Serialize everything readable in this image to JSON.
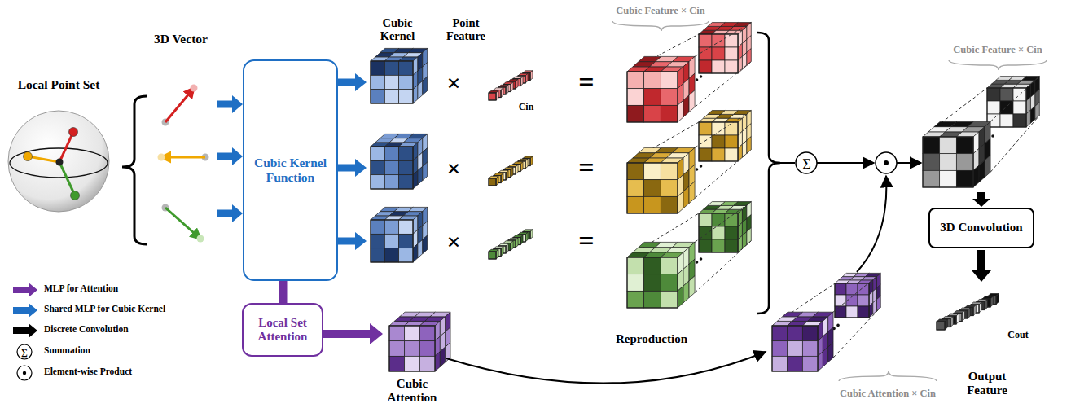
{
  "diagram": {
    "nodes": [
      {
        "text": [
          "Cubic Kernel Function"
        ]
      },
      {
        "text": [
          "Local Set Attention"
        ]
      },
      {
        "text": [
          "3D Convolution"
        ]
      }
    ],
    "edges": [
      {
        "from": 0,
        "to": 1,
        "arrow": "none"
      }
    ],
    "labels": [
      "Local Point Set",
      "3D Vector",
      "Cubic Kernel",
      "Point Feature",
      "Cin",
      "×",
      "×",
      "×",
      "=",
      "=",
      "=",
      "Cubic Feature × Cin",
      "∑",
      "Cubic Feature × Cin",
      "Reproduction",
      "Cubic Attention",
      "Cubic Attention × Cin",
      "Output Feature",
      "Cout",
      "∑"
    ],
    "legend": [
      {
        "text": "MLP for Attention"
      },
      {
        "text": "Shared MLP for Cubic Kernel"
      },
      {
        "text": "Discrete Convolution"
      },
      {
        "text": "Summation"
      },
      {
        "text": "Element-wise Product"
      }
    ]
  }
}
